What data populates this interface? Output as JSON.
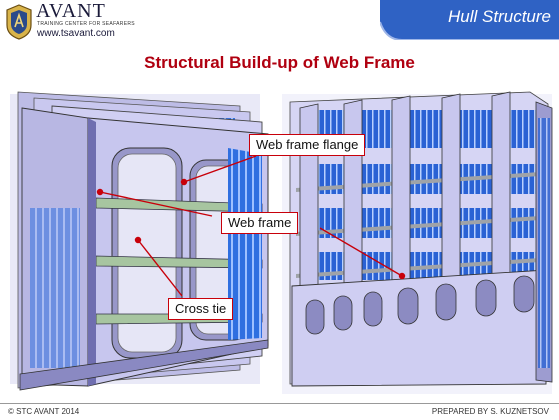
{
  "header": {
    "logo_name": "AVANT",
    "logo_tagline": "TRAINING CENTER FOR SEAFARERS",
    "logo_url": "www.tsavant.com",
    "section_title": "Hull Structure",
    "banner_color": "#2f62c4"
  },
  "slide": {
    "title": "Structural Build-up of Web Frame",
    "title_color": "#b00010"
  },
  "callouts": [
    {
      "label": "Web frame flange"
    },
    {
      "label": "Web frame"
    },
    {
      "label": "Cross tie"
    }
  ],
  "colors": {
    "frame_plate": "#c9c8ef",
    "stiffener": "#2f6fe0",
    "callout_line": "#c8000a"
  },
  "footer": {
    "left": "© STC AVANT 2014",
    "right": "PREPARED BY S. KUZNETSOV"
  }
}
